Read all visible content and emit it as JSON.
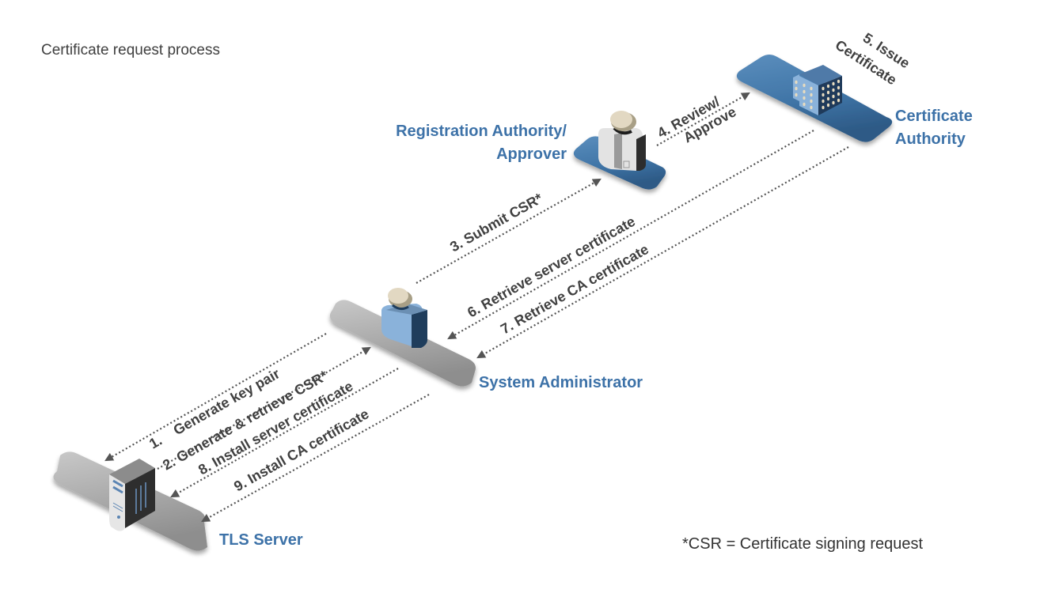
{
  "title": "Certificate request process",
  "footnote": "*CSR = Certificate signing request",
  "colors": {
    "node_label": "#3d72a8",
    "step_label": "#404040",
    "platform_blue": "#3f74a6",
    "platform_gray": "#a9a9a9",
    "arrow": "#555555"
  },
  "nodes": {
    "tls_server": {
      "label": "TLS Server",
      "icon": "server-icon"
    },
    "system_admin": {
      "label": "System Administrator",
      "icon": "user-icon"
    },
    "registration_authority": {
      "label_line1": "Registration Authority/",
      "label_line2": "Approver",
      "icon": "approver-icon"
    },
    "certificate_authority": {
      "label_line1": "Certificate",
      "label_line2": "Authority",
      "icon": "building-icon"
    }
  },
  "steps": [
    {
      "id": 1,
      "label": "1.    Generate key pair",
      "from": "System Administrator",
      "to": "TLS Server"
    },
    {
      "id": 2,
      "label": "2. Generate & retrieve CSR*",
      "from": "TLS Server",
      "to": "System Administrator"
    },
    {
      "id": 3,
      "label": "3. Submit CSR*",
      "from": "System Administrator",
      "to": "Registration Authority/Approver"
    },
    {
      "id": 4,
      "label_line1": "4. Review/",
      "label_line2": "Approve",
      "from": "Registration Authority/Approver",
      "to": "Certificate Authority"
    },
    {
      "id": 5,
      "label_line1": "5. Issue",
      "label_line2": "Certificate",
      "from": "Certificate Authority",
      "to": "Certificate Authority"
    },
    {
      "id": 6,
      "label": "6. Retrieve server certificate",
      "from": "Certificate Authority",
      "to": "System Administrator"
    },
    {
      "id": 7,
      "label": "7. Retrieve CA certificate",
      "from": "Certificate Authority",
      "to": "System Administrator"
    },
    {
      "id": 8,
      "label": "8. Install server certificate",
      "from": "System Administrator",
      "to": "TLS Server"
    },
    {
      "id": 9,
      "label": "9. Install CA certificate",
      "from": "System Administrator",
      "to": "TLS Server"
    }
  ]
}
